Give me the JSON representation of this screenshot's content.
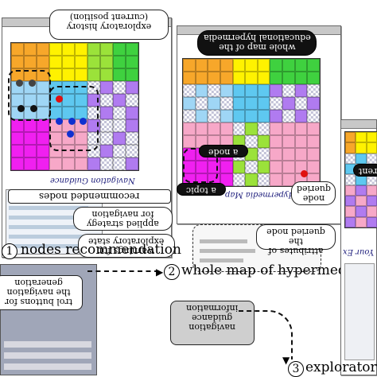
{
  "captions": {
    "c1_num": "1",
    "c1": "nodes recommendation",
    "c2_num": "2",
    "c2": "whole map of hypermedia",
    "c3_num": "3",
    "c3": "exploratory"
  },
  "callouts": {
    "history": [
      "(current position)",
      "exploratory history"
    ],
    "wholemap": [
      "educational hypermedia",
      "whole map of the"
    ],
    "node": "a node",
    "topic": "a topic",
    "queried": [
      "queried",
      "node"
    ],
    "attributes": [
      "queried node",
      "attributes of the"
    ],
    "strategy": [
      "for navigation",
      "applied strategy"
    ],
    "warnings": [
      "exploratory state",
      "warnings for"
    ],
    "recommended": "recommended nodes",
    "current": "current",
    "guidance": [
      "information",
      "guidance",
      "navigation"
    ],
    "control": [
      "generation",
      "the navigation",
      "trol buttons for"
    ]
  },
  "panels": {
    "nav_title": "Navigation Guidance",
    "map_title": "Hypermedia Map",
    "explorer_title": "Your Ex"
  },
  "colors": {
    "orange": "#f7a72a",
    "yellow": "#fff200",
    "green": "#3fd13f",
    "lime": "#9be23a",
    "magenta": "#f020f0",
    "purple": "#b07bf0",
    "pink": "#f7a8c8",
    "lightblue": "#9fd6f5",
    "cyan": "#5ec8f0",
    "checker": "#d8d8e8",
    "red": "#e01010",
    "blue": "#1030d0"
  }
}
